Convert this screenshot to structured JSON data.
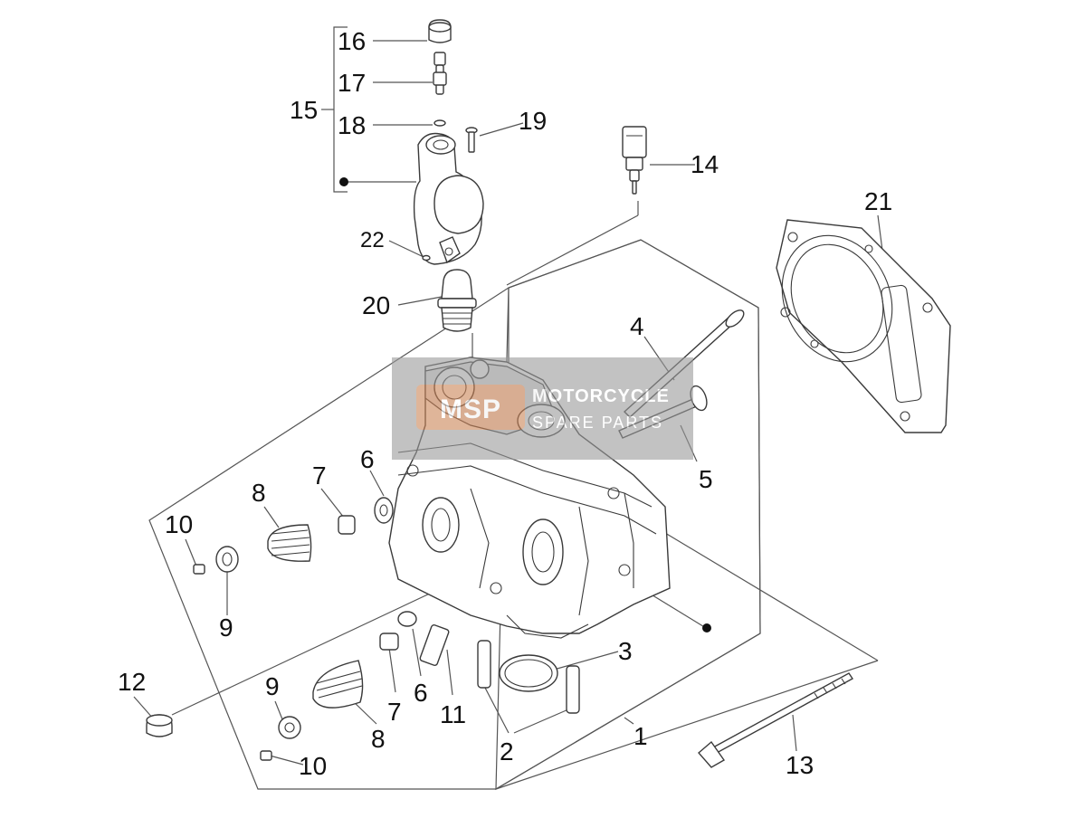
{
  "watermark": {
    "logo_text": "MSP",
    "title": "MOTORCYCLE",
    "subtitle": "SPARE PARTS"
  },
  "callouts": {
    "p1": "1",
    "p2": "2",
    "p3": "3",
    "p4": "4",
    "p5": "5",
    "p6a": "6",
    "p6b": "6",
    "p7a": "7",
    "p7b": "7",
    "p8a": "8",
    "p8b": "8",
    "p9a": "9",
    "p9b": "9",
    "p10a": "10",
    "p10b": "10",
    "p11": "11",
    "p12": "12",
    "p13": "13",
    "p14": "14",
    "p15": "15",
    "p16": "16",
    "p17": "17",
    "p18": "18",
    "p19": "19",
    "p20": "20",
    "p21": "21",
    "p22": "22"
  },
  "colors": {
    "line": "#555555",
    "watermark_bg": "#9a9a9a",
    "watermark_logo": "#e07a3a"
  }
}
